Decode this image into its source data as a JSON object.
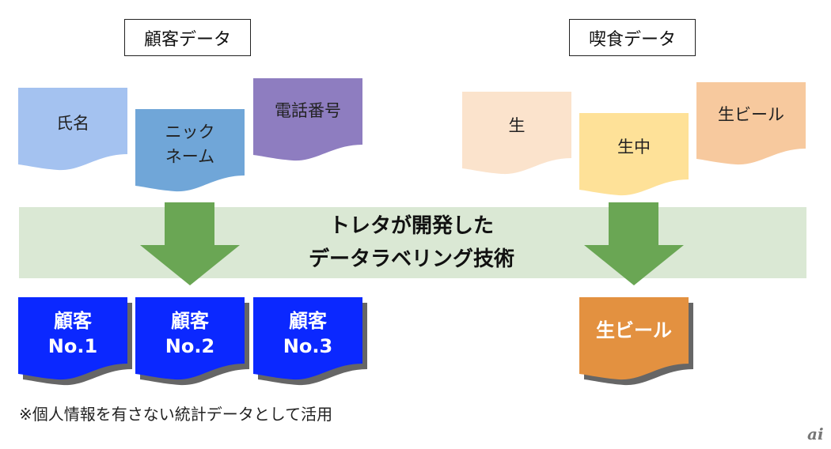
{
  "left_group": {
    "title": "顧客データ",
    "inputs": [
      {
        "label": "氏名",
        "color": "#a4c2f0"
      },
      {
        "label_line1": "ニック",
        "label_line2": "ネーム",
        "color": "#70a6d8"
      },
      {
        "label": "電話番号",
        "color": "#8e7dc0"
      }
    ],
    "outputs": [
      {
        "line1": "顧客",
        "line2": "No.1"
      },
      {
        "line1": "顧客",
        "line2": "No.2"
      },
      {
        "line1": "顧客",
        "line2": "No.3"
      }
    ],
    "output_color": "#0b28ff"
  },
  "right_group": {
    "title": "喫食データ",
    "inputs": [
      {
        "label": "生",
        "color": "#fbe3cc"
      },
      {
        "label": "生中",
        "color": "#fee198"
      },
      {
        "label": "生ビール",
        "color": "#f7c99e"
      }
    ],
    "outputs": [
      {
        "label": "生ビール"
      }
    ],
    "output_color": "#e39140"
  },
  "process": {
    "line1": "トレタが開発した",
    "line2": "データラベリング技術",
    "band_color": "#dae8d4",
    "arrow_color": "#6aa654"
  },
  "footnote": "※個人情報を有さない統計データとして活用",
  "logo": "ai"
}
